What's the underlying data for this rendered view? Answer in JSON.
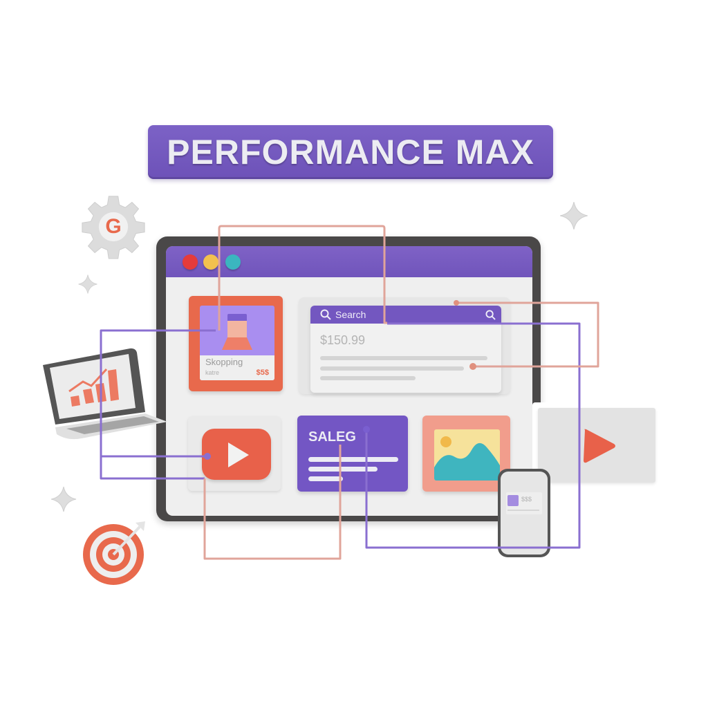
{
  "banner": {
    "title": "PERFORMANCE MAX"
  },
  "window": {
    "title_dots": [
      {
        "name": "close",
        "color": "#e53b3b"
      },
      {
        "name": "minimize",
        "color": "#f2c14e"
      },
      {
        "name": "maximize",
        "color": "#3bb5bf"
      }
    ]
  },
  "shopping_card": {
    "label": "Skopping",
    "sublabel": "katre",
    "price": "$5$"
  },
  "search_card": {
    "search_label": "Search",
    "price": "$150.99"
  },
  "sale_card": {
    "label": "SALEG"
  },
  "phone": {
    "label": "$$$"
  },
  "decorations": {
    "gear_letter": "G",
    "icons": [
      "gear-icon",
      "sparkle-icon",
      "target-icon",
      "laptop-chart-icon",
      "monitor-play-icon",
      "phone-icon"
    ]
  },
  "colors": {
    "purple": "#7357c0",
    "coral": "#e8694c",
    "pink_connector": "#e0a49a",
    "purple_connector": "#8a6fd0",
    "frame": "#4a4848"
  }
}
